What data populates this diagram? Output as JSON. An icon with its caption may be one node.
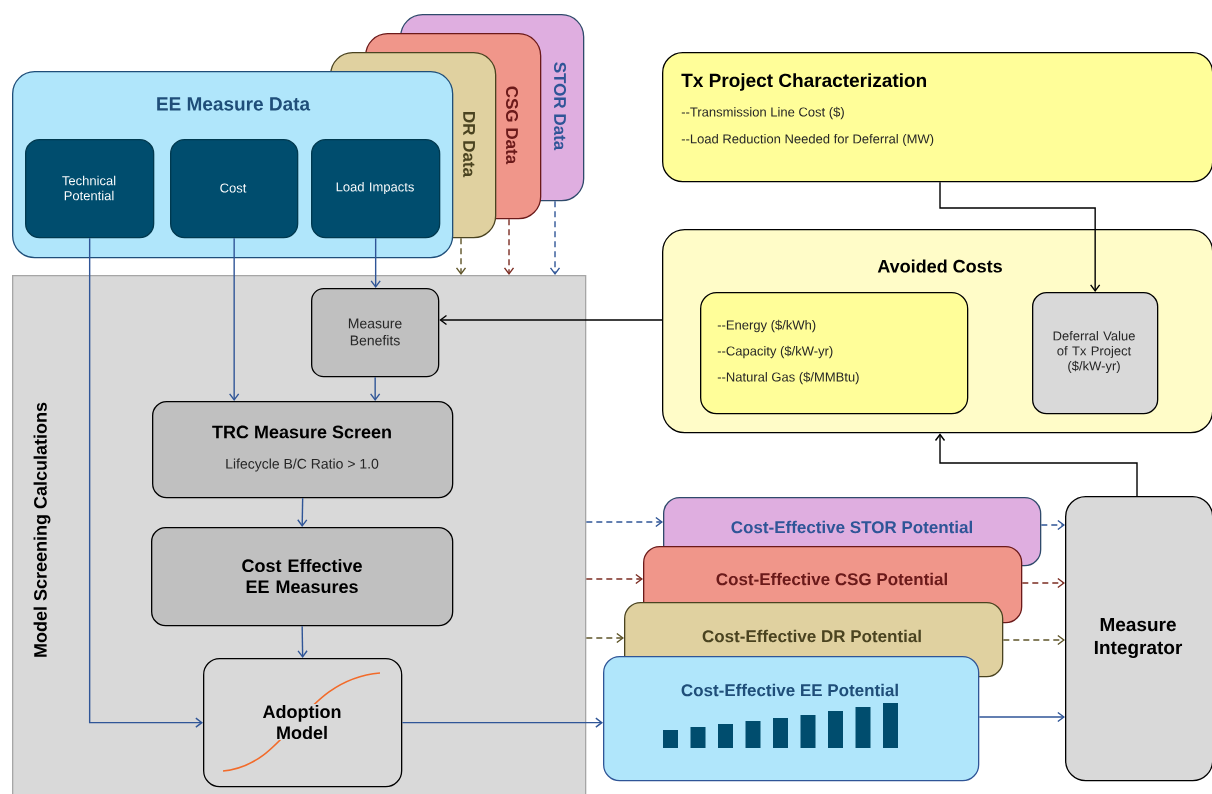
{
  "diagram": {
    "nodes": [
      {
        "text": [
          "STOR Data"
        ]
      },
      {
        "text": [
          "CSG Data"
        ]
      },
      {
        "text": [
          "DR Data"
        ]
      },
      {
        "text": [
          "EE Measure Data"
        ]
      },
      {
        "text": [
          "Technical Potential"
        ],
        "in": 3
      },
      {
        "text": [
          "Cost"
        ],
        "in": 3
      },
      {
        "text": [
          "Load Impacts"
        ],
        "in": 3
      },
      {
        "text": [
          "Model Screening Calculations"
        ]
      },
      {
        "text": [
          "Measure Benefits"
        ],
        "in": 7
      },
      {
        "text": [
          "TRC Measure Screen",
          "Lifecycle B/C Ratio > 1.0"
        ],
        "in": 7
      },
      {
        "text": [
          "Cost Effective EE Measures"
        ],
        "in": 7
      },
      {
        "text": [
          "Adoption Model"
        ],
        "in": 7
      },
      {
        "text": [
          "Tx Project Characterization",
          "--Transmission Line Cost ($)",
          "--Load Reduction Needed for Deferral (MW)"
        ]
      },
      {
        "text": [
          "Avoided Costs"
        ]
      },
      {
        "text": [
          "--Energy ($/kWh)",
          "--Capacity ($/kW-yr)",
          "--Natural Gas ($/MMBtu)"
        ],
        "in": 13
      },
      {
        "text": [
          "Deferral Value of Tx Project ($/kW-yr)"
        ],
        "in": 13
      },
      {
        "text": [
          "Cost-Effective STOR Potential"
        ]
      },
      {
        "text": [
          "Cost-Effective CSG Potential"
        ]
      },
      {
        "text": [
          "Cost-Effective DR Potential"
        ]
      },
      {
        "text": [
          "Cost-Effective EE Potential"
        ]
      },
      {
        "text": [
          "Measure Integrator"
        ]
      }
    ],
    "edges": [
      {
        "from": 4,
        "to": 11,
        "arrow": "to"
      },
      {
        "from": 5,
        "to": 9,
        "arrow": "to"
      },
      {
        "from": 6,
        "to": 8,
        "arrow": "to"
      },
      {
        "from": 8,
        "to": 9,
        "arrow": "to"
      },
      {
        "from": 9,
        "to": 10,
        "arrow": "to"
      },
      {
        "from": 10,
        "to": 11,
        "arrow": "to"
      },
      {
        "from": 11,
        "to": 19,
        "arrow": "to"
      },
      {
        "from": 2,
        "to": 7,
        "arrow": "to",
        "style": "dashed",
        "color": "#5e5428"
      },
      {
        "from": 1,
        "to": 7,
        "arrow": "to",
        "style": "dashed",
        "color": "#7b2c22"
      },
      {
        "from": 0,
        "to": 7,
        "arrow": "to",
        "style": "dashed"
      },
      {
        "from": 7,
        "to": 16,
        "arrow": "to",
        "style": "dashed"
      },
      {
        "from": 7,
        "to": 17,
        "arrow": "to",
        "style": "dashed",
        "color": "#7b2c22"
      },
      {
        "from": 7,
        "to": 18,
        "arrow": "to",
        "style": "dashed",
        "color": "#5e5428"
      },
      {
        "from": 16,
        "to": 20,
        "arrow": "to",
        "style": "dashed"
      },
      {
        "from": 17,
        "to": 20,
        "arrow": "to",
        "style": "dashed",
        "color": "#7b2c22"
      },
      {
        "from": 18,
        "to": 20,
        "arrow": "to",
        "style": "dashed",
        "color": "#5e5428"
      },
      {
        "from": 19,
        "to": 20,
        "arrow": "to"
      },
      {
        "from": 12,
        "to": 15,
        "arrow": "to",
        "color": "#000000"
      },
      {
        "from": 13,
        "to": 8,
        "arrow": "to",
        "color": "#000000"
      },
      {
        "from": 20,
        "to": 13,
        "arrow": "to",
        "color": "#000000"
      }
    ]
  }
}
